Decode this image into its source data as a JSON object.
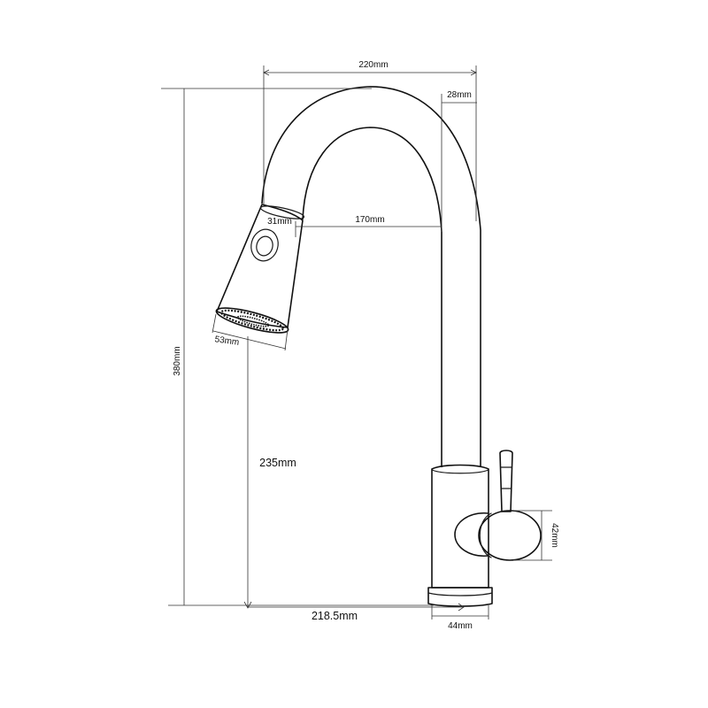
{
  "dimensions": {
    "overall_reach": "220mm",
    "pipe_diameter": "28mm",
    "spout_reach": "170mm",
    "head_top_diameter": "31mm",
    "head_face_diameter": "53mm",
    "total_height": "380mm",
    "spout_clearance": "235mm",
    "centre_distance": "218.5mm",
    "handle_diameter": "42mm",
    "base_diameter": "44mm"
  }
}
